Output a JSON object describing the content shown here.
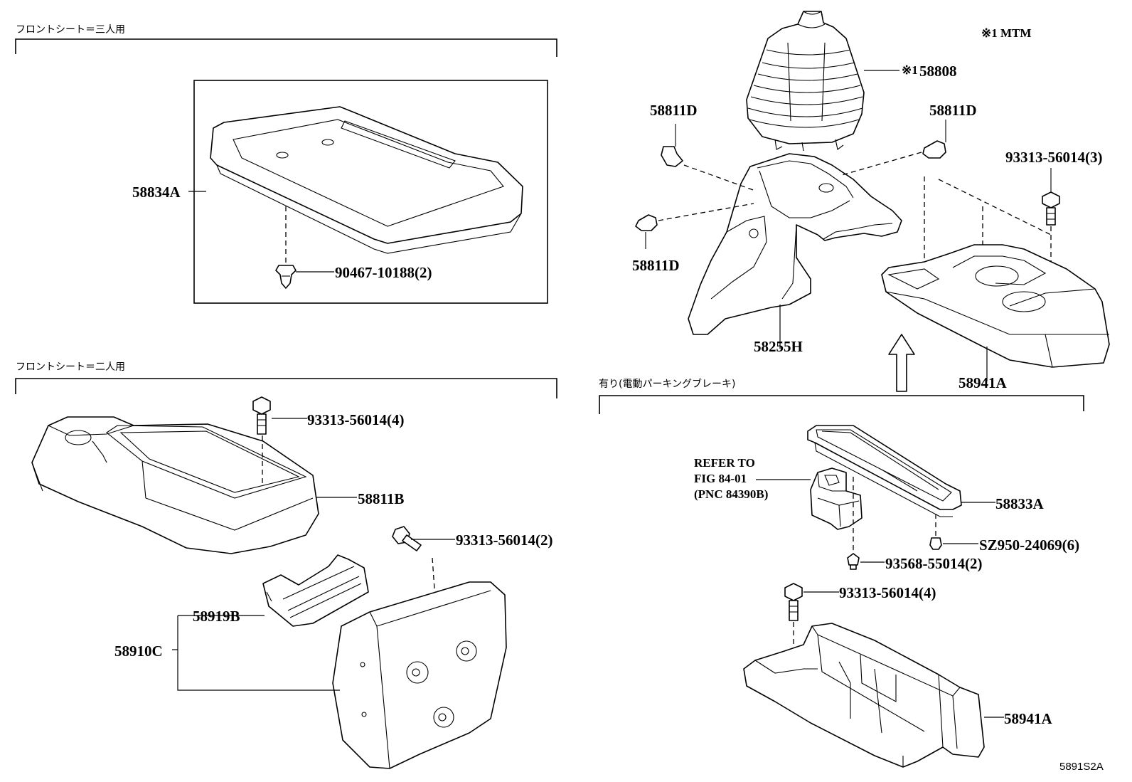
{
  "sections": {
    "three_seat_header": "フロントシート＝三人用",
    "two_seat_header": "フロントシート＝二人用",
    "electric_brake_header": "有り(電動パーキングブレーキ)"
  },
  "note": "※1 MTM",
  "parts": {
    "p58834A": "58834A",
    "p90467": "90467-10188(2)",
    "p58808_mark": "※1",
    "p58808": "58808",
    "p58811D_left_top": "58811D",
    "p58811D_right_top": "58811D",
    "p58811D_left_bottom": "58811D",
    "p93313_3": "93313-56014(3)",
    "p58255H": "58255H",
    "p58941A_top": "58941A",
    "p93313_4_left": "93313-56014(4)",
    "p58811B": "58811B",
    "p93313_2": "93313-56014(2)",
    "p58919B": "58919B",
    "p58910C": "58910C",
    "refer_line1": "REFER TO",
    "refer_line2": "FIG 84-01",
    "refer_line3": "(PNC 84390B)",
    "p58833A": "58833A",
    "pSZ950": "SZ950-24069(6)",
    "p93568": "93568-55014(2)",
    "p93313_4_right": "93313-56014(4)",
    "p58941A_bottom": "58941A"
  },
  "figure_id": "5891S2A"
}
